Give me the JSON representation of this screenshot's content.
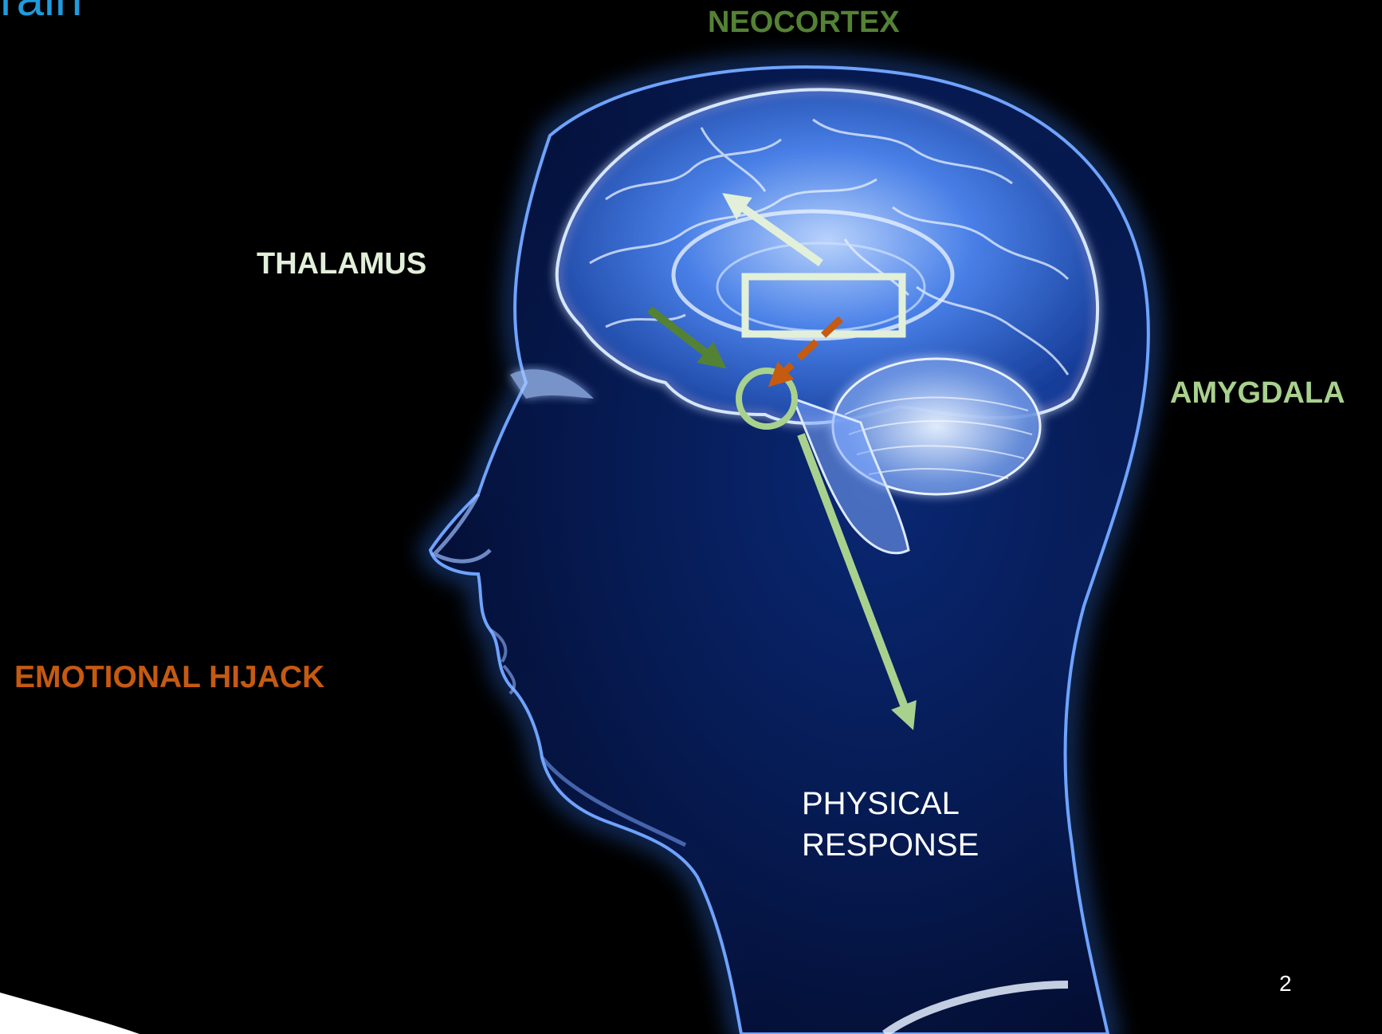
{
  "slide": {
    "title_fragment": "rain",
    "page_number": "2"
  },
  "labels": {
    "neocortex": "NEOCORTEX",
    "thalamus": "THALAMUS",
    "amygdala": "AMYGDALA",
    "emotional_hijack": "EMOTIONAL HIJACK",
    "physical_response_line1": "PHYSICAL",
    "physical_response_line2": "RESPONSE"
  },
  "colors": {
    "background": "#000000",
    "title": "#1f9bde",
    "neocortex": "#548235",
    "thalamus": "#e2f0d9",
    "amygdala": "#a9d18e",
    "emotional_hijack": "#c55a11",
    "physical_response": "#ffffff",
    "head_glow": "#2f6fe8",
    "brain_glow": "#9fc4ff"
  }
}
